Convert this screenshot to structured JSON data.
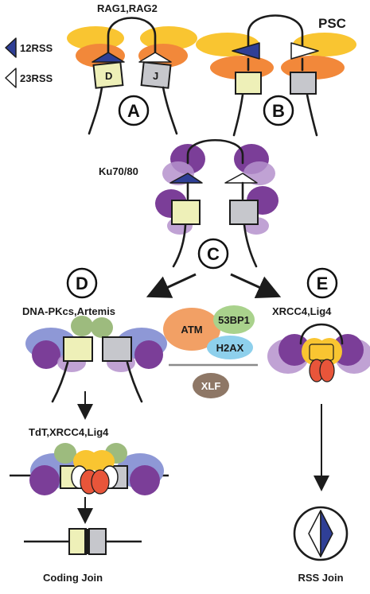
{
  "legend": {
    "rss12": "12RSS",
    "rss23": "23RSS"
  },
  "labels": {
    "rag": "RAG1,RAG2",
    "psc": "PSC",
    "ku": "Ku70/80",
    "dnapk": "DNA-PKcs,Artemis",
    "xrcc4": "XRCC4,Lig4",
    "tdt": "TdT,XRCC4,Lig4",
    "coding_join": "Coding Join",
    "rss_join": "RSS Join"
  },
  "steps": {
    "a": "A",
    "b": "B",
    "c": "C",
    "d": "D",
    "e": "E"
  },
  "segments": {
    "d": "D",
    "j": "J"
  },
  "factors": {
    "atm": "ATM",
    "bp53": "53BP1",
    "h2ax": "H2AX",
    "xlf": "XLF"
  },
  "colors": {
    "rag_yellow": "#F9C531",
    "rag_orange": "#F2883A",
    "ku_purple": "#7B3E98",
    "ku_light": "#B592CD",
    "d_box": "#EEF0B8",
    "j_box": "#C6C7CC",
    "rss12_tri": "#2F3F96",
    "pk_blue": "#8E98D6",
    "pk_green": "#9DBB7E",
    "ligase_red": "#E8553A",
    "atm_orange": "#F2A065",
    "bp53_green": "#A9D28C",
    "h2ax_blue": "#8ED0EC",
    "xlf_brown": "#8E7766"
  }
}
